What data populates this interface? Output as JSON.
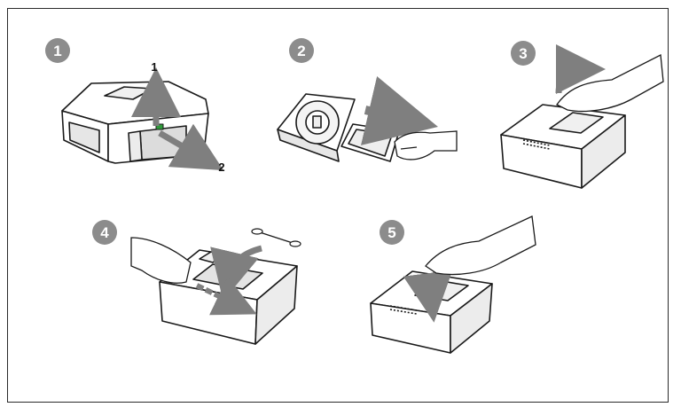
{
  "steps": [
    {
      "number": "1"
    },
    {
      "number": "2"
    },
    {
      "number": "3"
    },
    {
      "number": "4"
    },
    {
      "number": "5"
    }
  ],
  "step1_callouts": {
    "up_label": "1",
    "out_label": "2"
  },
  "colors": {
    "badge": "#8c8c8c",
    "arrow": "#7f7f7f",
    "outline": "#1a1a1a",
    "body_fill": "#ffffff",
    "shade": "#e6e6e6",
    "green_accent": "#2f9a3a"
  }
}
